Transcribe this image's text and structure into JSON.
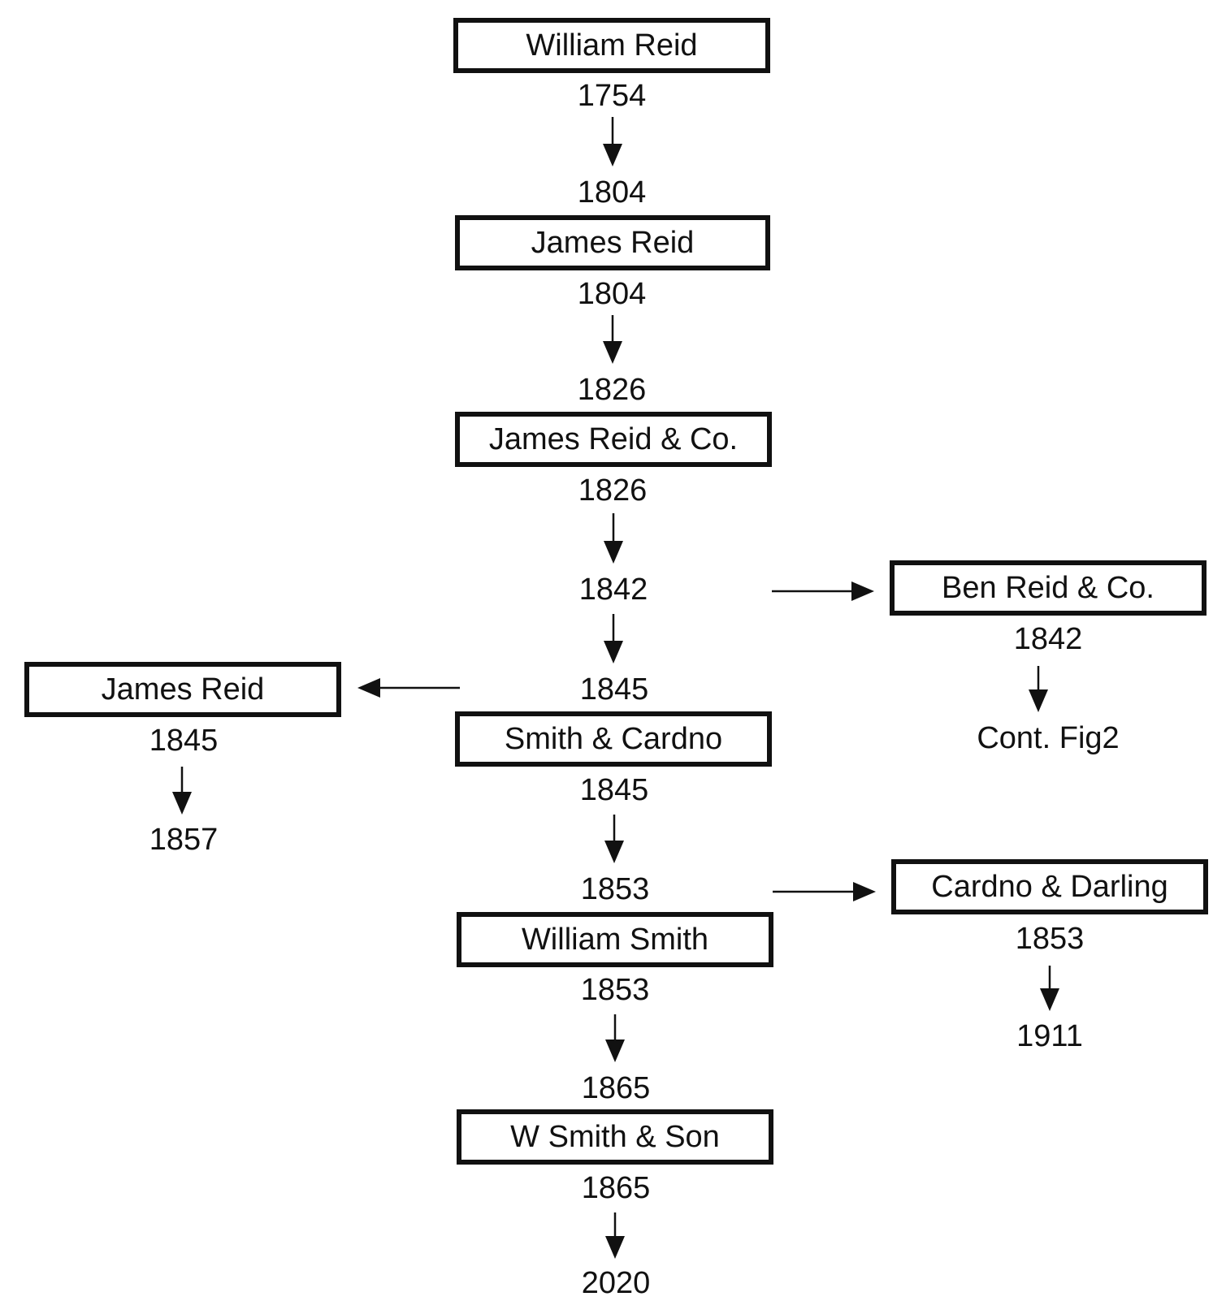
{
  "diagram": {
    "entities": {
      "william_reid": {
        "name": "William Reid",
        "start": "1754",
        "end": "1804"
      },
      "james_reid": {
        "name": "James Reid",
        "start": "1804",
        "end": "1826"
      },
      "james_reid_co": {
        "name": "James Reid & Co.",
        "start": "1826",
        "end": "1842"
      },
      "ben_reid_co": {
        "name": "Ben Reid & Co.",
        "start": "1842",
        "continuation": "Cont. Fig2"
      },
      "james_reid_branch": {
        "name": "James Reid",
        "start": "1845",
        "end": "1857"
      },
      "smith_cardno": {
        "name": "Smith & Cardno",
        "start": "1845",
        "end": "1853"
      },
      "cardno_darling": {
        "name": "Cardno & Darling",
        "start": "1853",
        "end": "1911"
      },
      "william_smith": {
        "name": "William Smith",
        "start": "1853",
        "end": "1865"
      },
      "w_smith_son": {
        "name": "W Smith & Son",
        "start": "1865",
        "end": "2020"
      }
    },
    "split_years": {
      "y1842": "1842",
      "y1845": "1845"
    }
  }
}
